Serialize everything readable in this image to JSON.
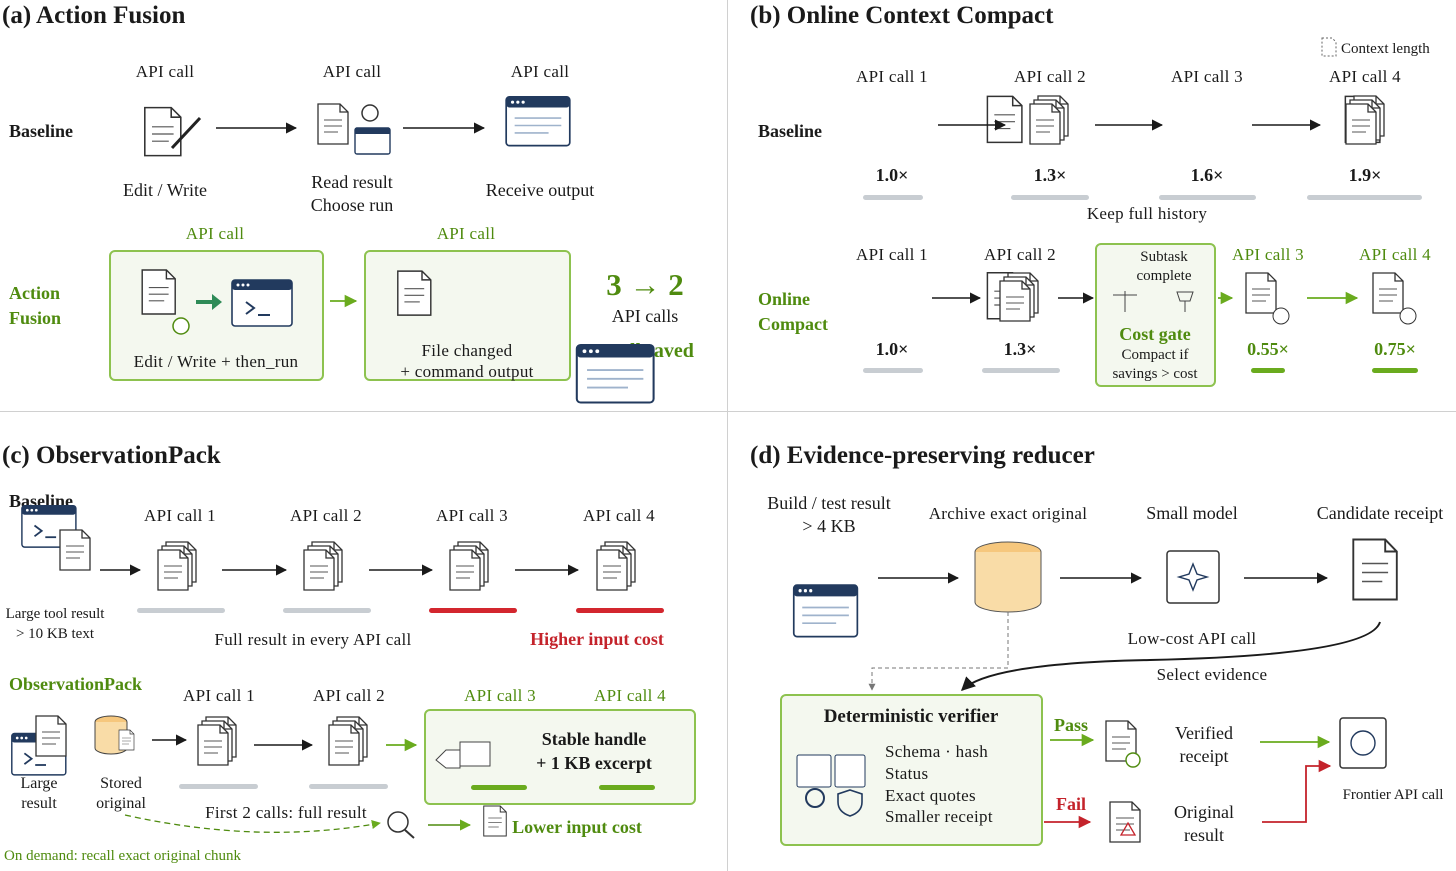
{
  "panel_a": {
    "title": "(a) Action Fusion",
    "baseline": "Baseline",
    "api_call": "API call",
    "steps": [
      "Edit / Write",
      "Read result\nChoose run",
      "Receive output"
    ],
    "fusion_label": "Action\nFusion",
    "fused_steps": [
      "Edit / Write + then_run",
      "File changed\n+ command output"
    ],
    "count": "3 → 2",
    "count_unit": "API calls",
    "saved": "1 call saved"
  },
  "panel_b": {
    "title": "(b) Online Context Compact",
    "legend": "Context length",
    "baseline": "Baseline",
    "calls": [
      "API call 1",
      "API call 2",
      "API call 3",
      "API call 4"
    ],
    "baseline_values": [
      "1.0×",
      "1.3×",
      "1.6×",
      "1.9×"
    ],
    "baseline_note": "Keep full history",
    "compact_label": "Online\nCompact",
    "compact_values": [
      "1.0×",
      "1.3×",
      "0.55×",
      "0.75×"
    ],
    "gate_subtask": "Subtask\ncomplete",
    "gate_title": "Cost gate",
    "gate_desc": "Compact if\nsavings > cost"
  },
  "panel_c": {
    "title": "(c) ObservationPack",
    "baseline": "Baseline",
    "calls": [
      "API call 1",
      "API call 2",
      "API call 3",
      "API call 4"
    ],
    "large_tool": "Large tool result\n> 10 KB text",
    "full_result": "Full result in every API call",
    "higher_cost": "Higher input cost",
    "pack_label": "ObservationPack",
    "large_result": "Large\nresult",
    "stored": "Stored\noriginal",
    "first_two": "First 2 calls: full result",
    "handle": "Stable handle\n+ 1 KB excerpt",
    "lower_cost": "Lower input cost",
    "on_demand": "On demand: recall exact original chunk"
  },
  "panel_d": {
    "title": "(d) Evidence-preserving reducer",
    "build": "Build / test result\n> 4 KB",
    "archive": "Archive exact original",
    "small_model": "Small model",
    "candidate": "Candidate receipt",
    "low_cost": "Low-cost API call",
    "select": "Select evidence",
    "verifier": "Deterministic verifier",
    "checks": [
      "Schema · hash",
      "Status",
      "Exact quotes",
      "Smaller receipt"
    ],
    "pass": "Pass",
    "fail": "Fail",
    "verified": "Verified\nreceipt",
    "original": "Original\nresult",
    "frontier": "Frontier API call"
  },
  "colors": {
    "green": "#4f8b0f",
    "red": "#c4232b",
    "gray_bar": "#c8cdd2",
    "navy": "#223a5e"
  }
}
